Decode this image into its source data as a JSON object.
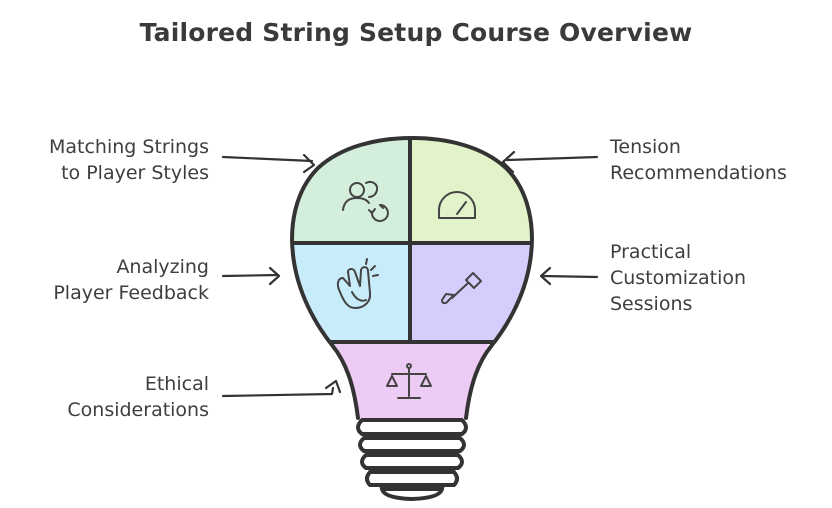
{
  "title": "Tailored String Setup Course Overview",
  "segments": [
    {
      "id": "matching",
      "label": "Matching Strings\nto Player Styles",
      "icon": "users-sync-icon",
      "color": "#d3efdb"
    },
    {
      "id": "tension",
      "label": "Tension\nRecommendations",
      "icon": "gauge-icon",
      "color": "#e3f3c9"
    },
    {
      "id": "feedback",
      "label": "Analyzing\nPlayer Feedback",
      "icon": "clapping-hands-icon",
      "color": "#c8ecf9"
    },
    {
      "id": "customization",
      "label": "Practical\nCustomization\nSessions",
      "icon": "screwdriver-icon",
      "color": "#d5cdfb"
    },
    {
      "id": "ethical",
      "label": "Ethical\nConsiderations",
      "icon": "scales-icon",
      "color": "#ecccf5"
    }
  ]
}
